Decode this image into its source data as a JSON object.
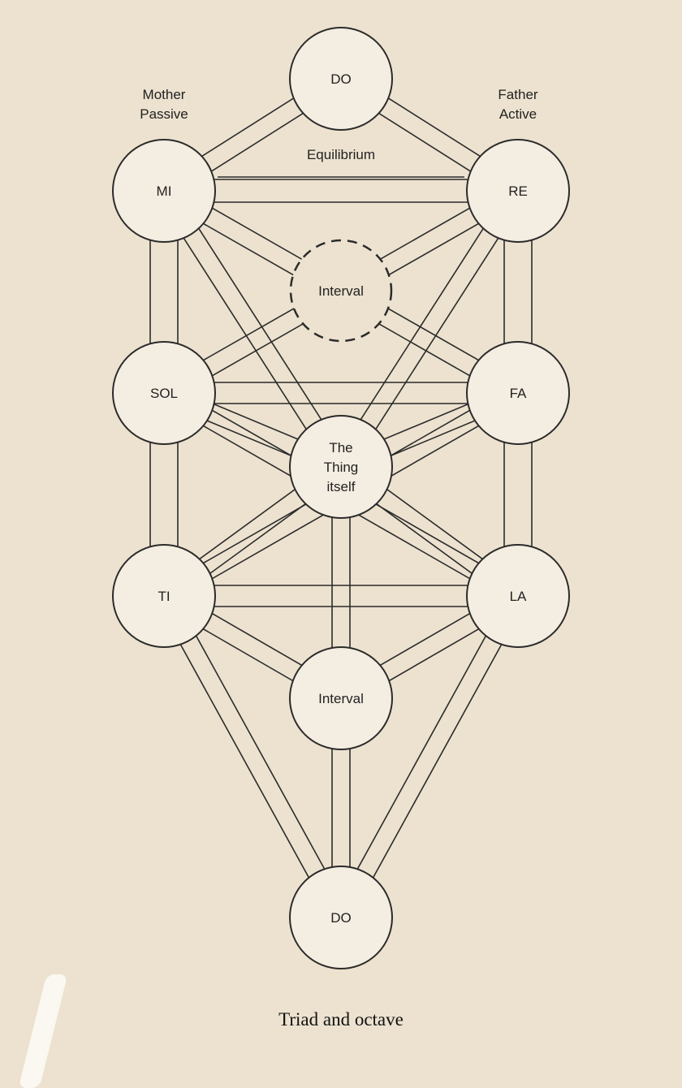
{
  "nodes": {
    "do_top": "DO",
    "mi": "MI",
    "re": "RE",
    "interval_upper": "Interval",
    "sol": "SOL",
    "fa": "FA",
    "thing_line1": "The",
    "thing_line2": "Thing",
    "thing_line3": "itself",
    "ti": "TI",
    "la": "LA",
    "interval_lower": "Interval",
    "do_bottom": "DO"
  },
  "labels": {
    "mother": "Mother",
    "passive": "Passive",
    "father": "Father",
    "active": "Active",
    "equilibrium": "Equilibrium"
  },
  "caption": "Triad and octave"
}
